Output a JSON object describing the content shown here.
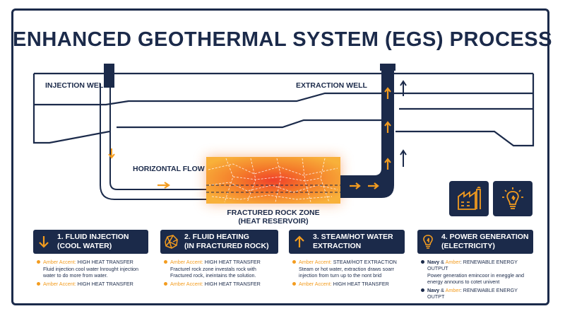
{
  "title": "ENHANCED GEOTHERMAL SYSTEM (EGS) PROCESS",
  "labels": {
    "injection_well": "INJECTION WELL",
    "extraction_well": "EXTRACTION WELL",
    "horizontal_flow": "HORIZONTAL FLOW",
    "fractured_zone_line1": "FRACTURED ROCK ZONE",
    "fractured_zone_line2": "(HEAT RESERVOIR)"
  },
  "steps": [
    {
      "title_line1": "1. FLUID INJECTION",
      "title_line2": "(COOL WATER)",
      "icon": "arrow-down-icon",
      "top_prefix": "Amber Accent: ",
      "top_label": "HIGH HEAT TRANSFER",
      "description": "Fluid injection cool water lnrought injection water to do more from water.",
      "bottom_prefix": "Amber Accent: ",
      "bottom_label": "HIGH HEAT TRANSFER"
    },
    {
      "title_line1": "2. FLUID HEATING",
      "title_line2": "(IN FRACTURED ROCK)",
      "icon": "fractured-rock-icon",
      "top_prefix": "Amber Accent: ",
      "top_label": "HIGH HEAT TRANSFER",
      "description": "Fracturel rock zone investals rock with Fractured rock, ineintains the solution.",
      "bottom_prefix": "Amber Accent: ",
      "bottom_label": "HIGH HEAT TRANSFER"
    },
    {
      "title_line1": "3. STEAM/HOT WATER",
      "title_line2": "EXTRACTION",
      "icon": "arrow-up-icon",
      "top_prefix": "Amber Accent: ",
      "top_label": "STEAM/HOT EXTRACTION",
      "description": "Steam or hot water, extraction draws soarr injection from turn up to the nont brid",
      "bottom_prefix": "Amber Accent: ",
      "bottom_label": "HIGH HEAT TRANSFER"
    },
    {
      "title_line1": "4. POWER GENERATION",
      "title_line2": "(ELECTRICITY)",
      "icon": "lightbulb-icon",
      "top_prefix_navy": "Navy",
      "top_prefix_amp": " & ",
      "top_prefix_amber": "Amber",
      "top_prefix_colon": ": ",
      "top_label": "RENEWABLE ENERGY OUTPUT",
      "description": "Power generation emincoor in eneggle and energy announs to cotet univent",
      "bottom_prefix_navy": "Navy",
      "bottom_prefix_amp": " & ",
      "bottom_prefix_amber": "Amber",
      "bottom_prefix_colon": ": ",
      "bottom_label": "RENEWABLE ENERGY OUTPT"
    }
  ],
  "colors": {
    "navy": "#1b2a4a",
    "amber": "#f39c1f",
    "hot": "#f04e23"
  }
}
